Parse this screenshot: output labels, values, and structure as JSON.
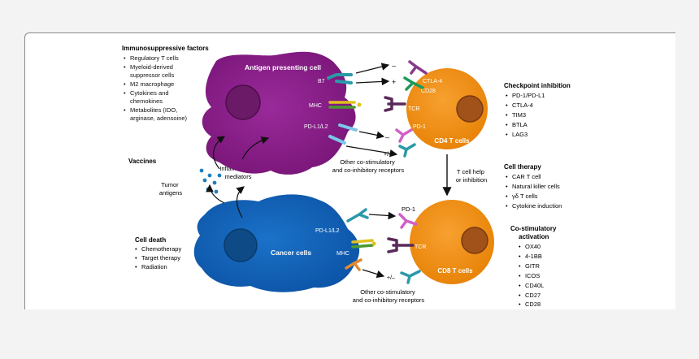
{
  "left_panel": {
    "immunosuppressive": {
      "title": "Immunosuppressive factors",
      "items": [
        "Regulatory T cells",
        "Myeloid-derived",
        "suppressor cells",
        "M2 macrophage",
        "Cytokines and",
        "chemokines",
        "Metabolites (IDO,",
        "arginase, adensoine)"
      ]
    },
    "vaccines": "Vaccines",
    "tumor_antigens": [
      "Tumor",
      "antigens"
    ],
    "inflammatory": [
      "Inflammatory",
      "mediators"
    ],
    "cell_death": {
      "title": "Cell death",
      "items": [
        "Chemotherapy",
        "Target therapy",
        "Radiation"
      ]
    }
  },
  "apc": {
    "title": "Antigen presenting cell",
    "b7": "B7",
    "mhc": "MHC",
    "pdl": "PD-L1/L2",
    "color": "#8b1d8b"
  },
  "cancer": {
    "title": "Cancer cells",
    "pdl": "PD-L1/L2",
    "mhc": "MHC",
    "color": "#1060b8"
  },
  "cd4": {
    "title": "CD4 T cells",
    "ctla4": "CTLA-4",
    "cd28": "CD28",
    "tcr": "TCR",
    "pd1": "PD-1",
    "minus1": "–",
    "plus1": "+",
    "minus2": "–",
    "plusminus": "+/–"
  },
  "cd8": {
    "title": "CD8 T cells",
    "pd1": "PD-1",
    "tcr": "TCR",
    "plusminus": "+/–"
  },
  "other_receptors_1": [
    "Other co-stimulatory",
    "and co-inhibitory receptors"
  ],
  "other_receptors_2": [
    "Other co-stimulatory",
    "and co-inhibitory receptors"
  ],
  "t_cell_help": [
    "T cell help",
    "or inhibition"
  ],
  "right_panel": {
    "checkpoint": {
      "title": "Checkpoint inhibition",
      "items": [
        "PD-1/PD-L1",
        "CTLA-4",
        "TIM3",
        "BTLA",
        "LAG3"
      ]
    },
    "cell_therapy": {
      "title": "Cell therapy",
      "items": [
        "CAR T cell",
        "Natural killer cells",
        "γδ T cells",
        "Cytokine induction"
      ]
    },
    "costim": {
      "title": [
        "Co-stimulatory",
        "activation"
      ],
      "items": [
        "OX40",
        "4-1BB",
        "GITR",
        "ICOS",
        "CD40L",
        "CD27",
        "CD28"
      ]
    }
  },
  "colors": {
    "t_cell": "#f08c10",
    "nucleus_t": "#a0521a",
    "receptor_purple": "#6b2a6b",
    "receptor_teal": "#2a9aa8",
    "receptor_green": "#1e9a5a",
    "receptor_pink": "#d060c8",
    "receptor_orange": "#e08a30"
  }
}
